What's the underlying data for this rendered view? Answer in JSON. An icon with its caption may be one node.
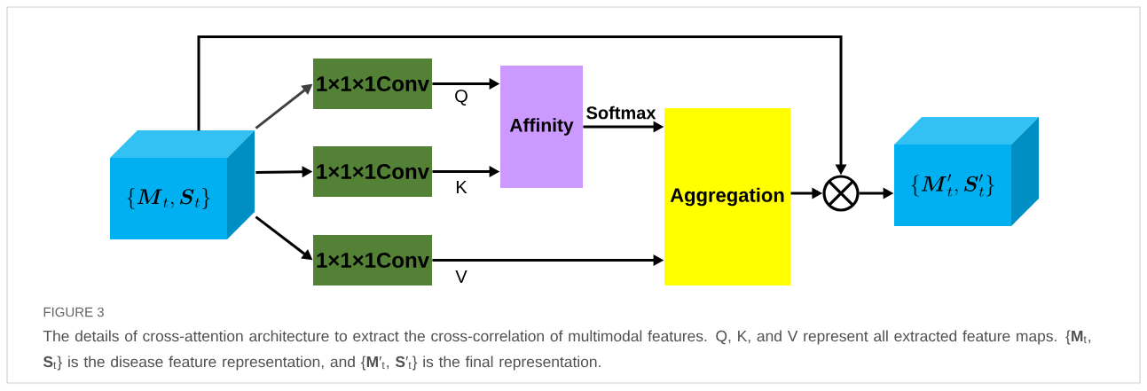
{
  "diagram": {
    "caption": "The details of cross-attention architecture to extract the cross-correlation of multimodal features. Q, K, and V represent all extracted feature maps. {**M**$_{t}$, **S**$_{t}$} is the disease feature representation, and {**M**′$_{t}$, **S**′$_{t}$} is the final representation.",
    "nodes": [
      {
        "text": [
          "\\{\\boldsymbol{M}_t, \\boldsymbol{S}_t\\}"
        ]
      },
      {
        "text": [
          "1×1×1Conv"
        ]
      },
      {
        "text": [
          "1×1×1Conv"
        ]
      },
      {
        "text": [
          "1×1×1Conv"
        ]
      },
      {
        "text": [
          "Affinity"
        ]
      },
      {
        "text": [
          "Aggregation"
        ]
      },
      {
        "text": [],
        "shape": "circle"
      },
      {
        "text": [
          "\\{\\boldsymbol{M}'_t, \\boldsymbol{S}'_t\\}"
        ]
      }
    ],
    "edges": [
      {
        "from": 0,
        "to": 1,
        "arrow": "to",
        "color": "#404040"
      },
      {
        "from": 0,
        "to": 2,
        "arrow": "to"
      },
      {
        "from": 0,
        "to": 3,
        "arrow": "to"
      },
      {
        "from": 1,
        "to": 4,
        "arrow": "to",
        "label": "Q"
      },
      {
        "from": 2,
        "to": 4,
        "arrow": "to",
        "label": "K"
      },
      {
        "from": 3,
        "to": 5,
        "arrow": "to",
        "label": "V"
      },
      {
        "from": 4,
        "to": 5,
        "arrow": "to",
        "label": "Softmax"
      },
      {
        "from": 5,
        "to": 6,
        "arrow": "to"
      },
      {
        "from": 6,
        "to": 7,
        "arrow": "to"
      },
      {
        "from": 0,
        "to": 6,
        "arrow": "to"
      }
    ],
    "labels": [
      "FIGURE 3"
    ]
  }
}
